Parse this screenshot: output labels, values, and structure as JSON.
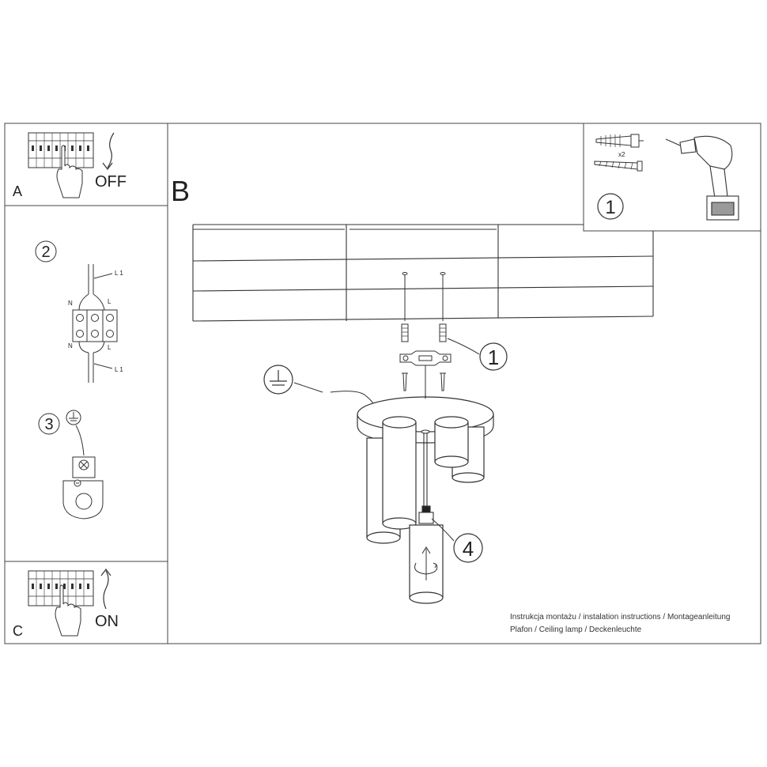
{
  "panels": {
    "A": {
      "letter": "A",
      "word": "OFF"
    },
    "B": {
      "letter": "B"
    },
    "C": {
      "letter": "C",
      "word": "ON"
    }
  },
  "steps": {
    "one": "1",
    "two": "2",
    "three": "3",
    "four": "4"
  },
  "hardware": {
    "count": "x2"
  },
  "wiring": {
    "l1_top": "L 1",
    "n_top": "N",
    "l_top": "L",
    "n_bottom": "N",
    "l_bottom": "L",
    "l1_bottom": "L 1"
  },
  "caption": {
    "line1": "Instrukcja montażu / instalation instructions / Montageanleitung",
    "line2": "Plafon / Ceiling lamp / Deckenleuchte"
  }
}
